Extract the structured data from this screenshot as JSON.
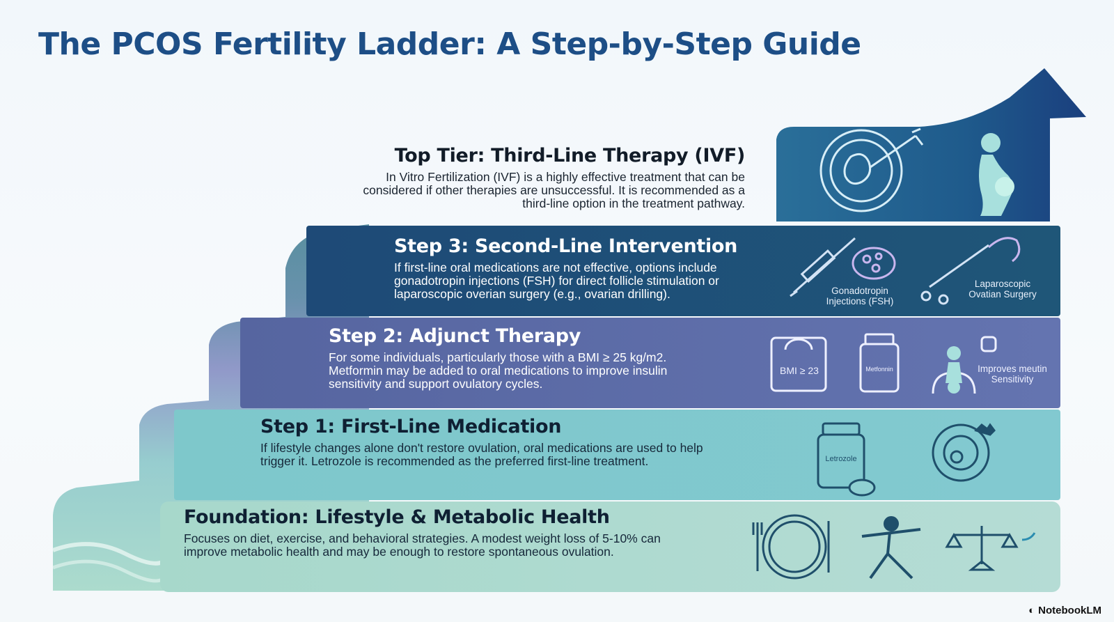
{
  "title": "The PCOS Fertility Ladder: A Step-by-Step Guide",
  "tiers": {
    "top": {
      "heading": "Top Tier: Third-Line Therapy (IVF)",
      "body": "In Vitro Fertilization (IVF) is a highly effective treatment that can be considered if other therapies are unsuccessful. It is recommended as a third-line option in the treatment pathway.",
      "icons": [
        "embryo-pipette-icon",
        "pregnant-woman-icon"
      ]
    },
    "step3": {
      "heading": "Step 3: Second-Line Intervention",
      "body": "If first-line oral medications are not effective, options include gonadotropin injections (FSH) for direct follicle stimulation or laparoscopic overian surgery (e.g., ovarian drilling).",
      "icon_labels": {
        "gonadotropin": "Gonadotropin Injections (FSH)",
        "laparoscopic": "Laparoscopic Ovatian Surgery"
      },
      "icons": [
        "syringe-icon",
        "ovary-follicles-icon",
        "laparoscope-icon"
      ]
    },
    "step2": {
      "heading": "Step 2: Adjunct Therapy",
      "body": "For some individuals, particularly those with a BMI ≥ 25 kg/m2. Metformin may be added to oral medications to improve insulin sensitivity and support ovulatory cycles.",
      "icon_labels": {
        "bmi": "BMI ≥ 23",
        "bottle": "Metfonnin",
        "improves": "Improves meutin Sensitivity"
      },
      "icons": [
        "bmi-scale-icon",
        "metformin-bottle-icon",
        "insulin-receptor-icon"
      ]
    },
    "step1": {
      "heading": "Step 1: First-Line Medication",
      "body": "If lifestyle changes alone don't restore ovulation, oral medications are used to help trigger it. Letrozole is recommended as the preferred first-line treatment.",
      "icon_labels": {
        "bottle": "Letrozole"
      },
      "icons": [
        "letrozole-bottle-icon",
        "ovulation-egg-icon"
      ]
    },
    "foundation": {
      "heading": "Foundation: Lifestyle & Metabolic Health",
      "body": "Focuses on diet, exercise, and behavioral strategies. A modest weight loss of 5-10% can improve metabolic health and may be enough to restore spontaneous ovulation.",
      "icons": [
        "healthy-plate-icon",
        "exercise-pose-icon",
        "balance-scale-icon"
      ]
    }
  },
  "brand": "NotebookLM",
  "colors": {
    "title": "#1d4e86",
    "top_block": "#1f6090",
    "step3": "#1d4f78",
    "step2": "#5a6aa0",
    "step1": "#7ec5ca",
    "foundation": "#a9d6cc"
  }
}
